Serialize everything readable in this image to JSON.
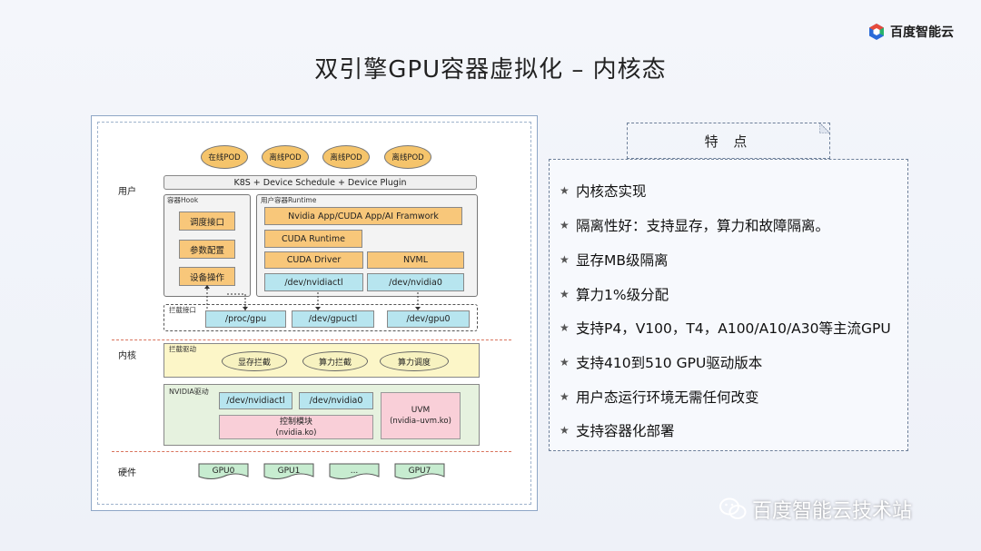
{
  "title": "双引擎GPU容器虚拟化 – 内核态",
  "logo": {
    "text": "百度智能云",
    "icon": "baidu-cloud-hexagon-icon"
  },
  "diagram": {
    "layers": {
      "user": "用户",
      "kernel": "内核",
      "hardware": "硬件"
    },
    "pods": [
      "在线POD",
      "离线POD",
      "离线POD",
      "离线POD"
    ],
    "k8s_bar": "K8S + Device Schedule + Device Plugin",
    "hook": {
      "label": "容器Hook",
      "items": [
        "调度接口",
        "参数配置",
        "设备操作"
      ]
    },
    "runtime": {
      "label": "用户容器Runtime",
      "app": "Nvidia App/CUDA App/AI Framwork",
      "cuda_runtime": "CUDA Runtime",
      "cuda_driver": "CUDA Driver",
      "nvml": "NVML",
      "dev_nvidiactl": "/dev/nvidiactl",
      "dev_nvidia0": "/dev/nvidia0"
    },
    "intercept_interface": {
      "label": "拦截接口",
      "items": [
        "/proc/gpu",
        "/dev/gpuctl",
        "/dev/gpu0"
      ]
    },
    "intercept_driver": {
      "label": "拦截驱动",
      "items": [
        "显存拦截",
        "算力拦截",
        "算力调度"
      ]
    },
    "nvidia_driver": {
      "label": "NVIDIA驱动",
      "dev_nvidiactl": "/dev/nvidiactl",
      "dev_nvidia0": "/dev/nvidia0",
      "control_module": "控制模块",
      "control_module_sub": "(nvidia.ko)",
      "uvm": "UVM",
      "uvm_sub": "(nvidia–uvm.ko)"
    },
    "gpus": [
      "GPU0",
      "GPU1",
      "...",
      "GPU7"
    ],
    "colors": {
      "pod": "#f5c46b",
      "cyan": "#b7e5ef",
      "pink": "#f9cfd8",
      "kernel_yellow": "#fcf6c8",
      "driver_green": "#e6f2df",
      "red_divider": "#d9735c"
    }
  },
  "features": {
    "header": "特 点",
    "items": [
      "内核态实现",
      "隔离性好：支持显存，算力和故障隔离。",
      "显存MB级隔离",
      "算力1%级分配",
      "支持P4，V100，T4，A100/A10/A30等主流GPU",
      "支持410到510 GPU驱动版本",
      "用户态运行环境无需任何改变",
      "支持容器化部署"
    ]
  },
  "watermark": {
    "text": "百度智能云技术站",
    "icon": "wechat-icon"
  }
}
